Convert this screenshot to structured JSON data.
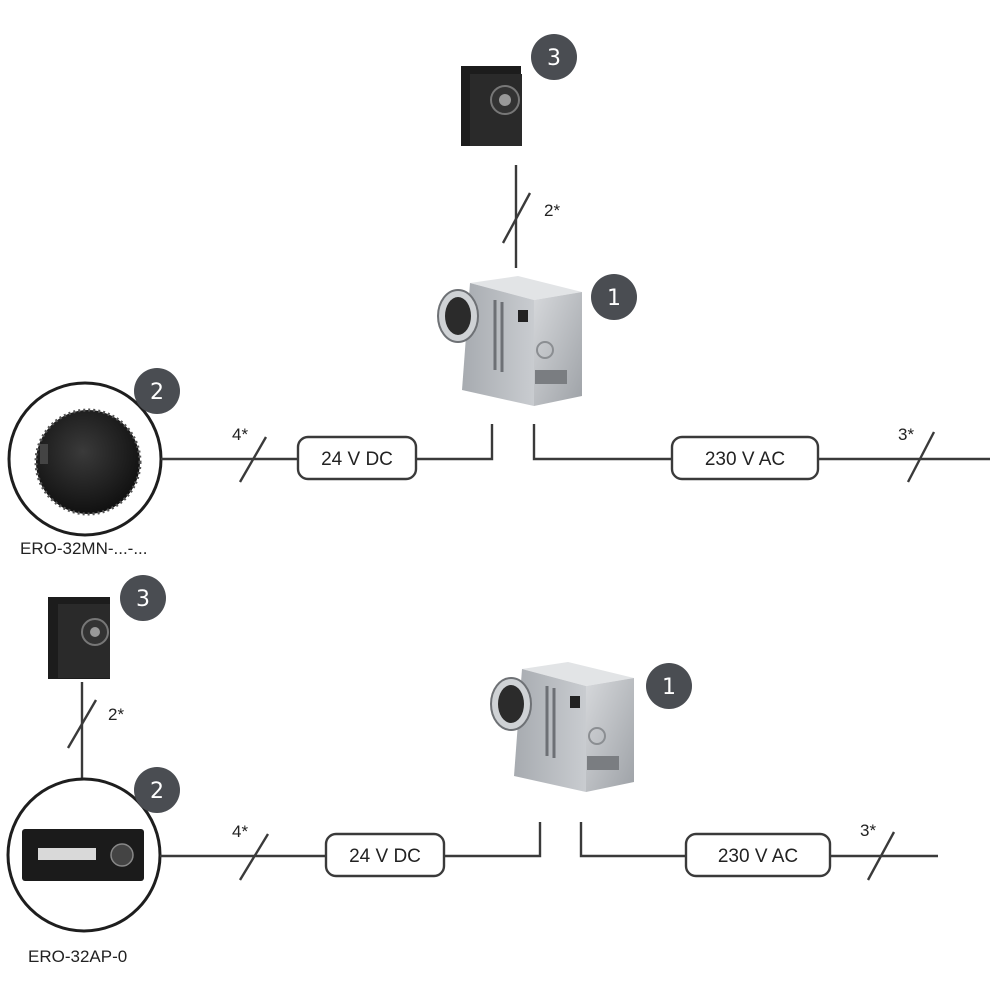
{
  "colors": {
    "line": "#3a3a3a",
    "badge": "#4a4d52",
    "device_black": "#1c1c1c",
    "steel": "#b9bcc0"
  },
  "system_top": {
    "thermostat_badge": "3",
    "thermostat_cable": "2*",
    "unit_badge": "1",
    "controller_badge": "2",
    "controller_cable": "4*",
    "low_voltage_label": "24 V DC",
    "mains_label": "230 V AC",
    "mains_cable": "3*",
    "controller_model": "ERO-32MN-...-..."
  },
  "system_bottom": {
    "thermostat_badge": "3",
    "thermostat_cable": "2*",
    "unit_badge": "1",
    "controller_badge": "2",
    "controller_cable": "4*",
    "low_voltage_label": "24 V DC",
    "mains_label": "230 V AC",
    "mains_cable": "3*",
    "controller_model": "ERO-32AP-0"
  }
}
